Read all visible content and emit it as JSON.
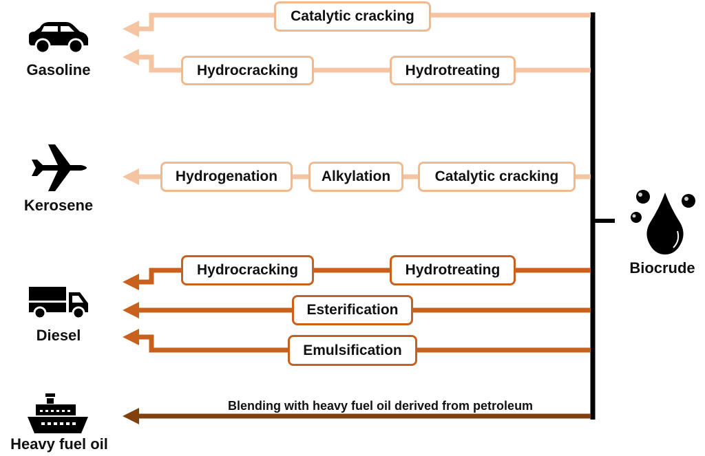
{
  "colors": {
    "light": "#f5c4a2",
    "light_box": "#f0b98f",
    "medium": "#c8601e",
    "dark": "#83400f",
    "bus": "#000000"
  },
  "source": {
    "label": "Biocrude",
    "icon": "oil-drop-icon"
  },
  "products": [
    {
      "id": "gasoline",
      "label": "Gasoline",
      "icon": "car-icon"
    },
    {
      "id": "kerosene",
      "label": "Kerosene",
      "icon": "airplane-icon"
    },
    {
      "id": "diesel",
      "label": "Diesel",
      "icon": "truck-icon"
    },
    {
      "id": "heavy-fuel-oil",
      "label": "Heavy fuel oil",
      "icon": "ship-icon"
    }
  ],
  "pathways": [
    {
      "product": "gasoline",
      "color": "light",
      "steps": [
        "Catalytic cracking"
      ]
    },
    {
      "product": "gasoline",
      "color": "light",
      "steps": [
        "Hydrocracking",
        "Hydrotreating"
      ]
    },
    {
      "product": "kerosene",
      "color": "light",
      "steps": [
        "Hydrogenation",
        "Alkylation",
        "Catalytic cracking"
      ]
    },
    {
      "product": "diesel",
      "color": "medium",
      "steps": [
        "Hydrocracking",
        "Hydrotreating"
      ]
    },
    {
      "product": "diesel",
      "color": "medium",
      "steps": [
        "Esterification"
      ]
    },
    {
      "product": "diesel",
      "color": "medium",
      "steps": [
        "Emulsification"
      ]
    },
    {
      "product": "heavy-fuel-oil",
      "color": "dark",
      "steps": [],
      "annotation": "Blending with heavy fuel oil derived from petroleum"
    }
  ]
}
